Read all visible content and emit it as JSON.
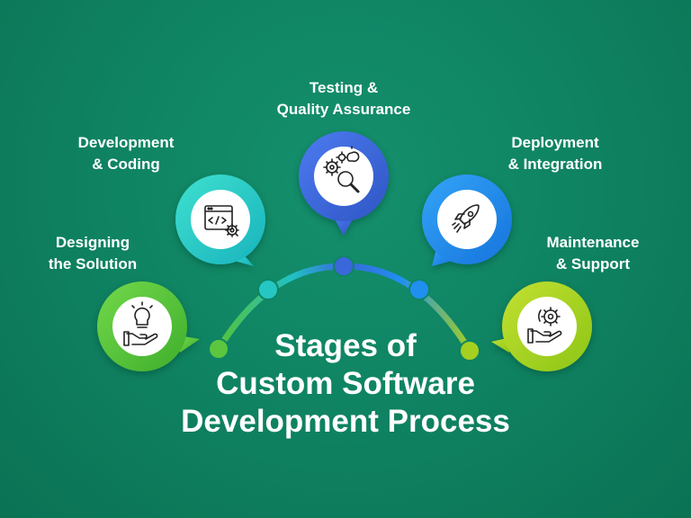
{
  "title": {
    "line1": "Stages of",
    "line2": "Custom Software",
    "line3": "Development Process"
  },
  "stages": [
    {
      "line1": "Designing",
      "line2": "the Solution",
      "icon": "lightbulb-hand-icon",
      "color": "#5cc63f"
    },
    {
      "line1": "Development",
      "line2": "& Coding",
      "icon": "code-window-gear-icon",
      "color": "#25c7c3"
    },
    {
      "line1": "Testing &",
      "line2": "Quality Assurance",
      "icon": "gears-magnifier-icon",
      "color": "#3a67d9"
    },
    {
      "line1": "Deployment",
      "line2": "& Integration",
      "icon": "rocket-icon",
      "color": "#1f8ff0"
    },
    {
      "line1": "Maintenance",
      "line2": "& Support",
      "icon": "hand-gear-icon",
      "color": "#aad21e"
    }
  ],
  "colors": {
    "background": "#0f8463",
    "arc_start": "#56c236",
    "arc_mid": "#3a67d9",
    "arc_end": "#a6d01f"
  }
}
